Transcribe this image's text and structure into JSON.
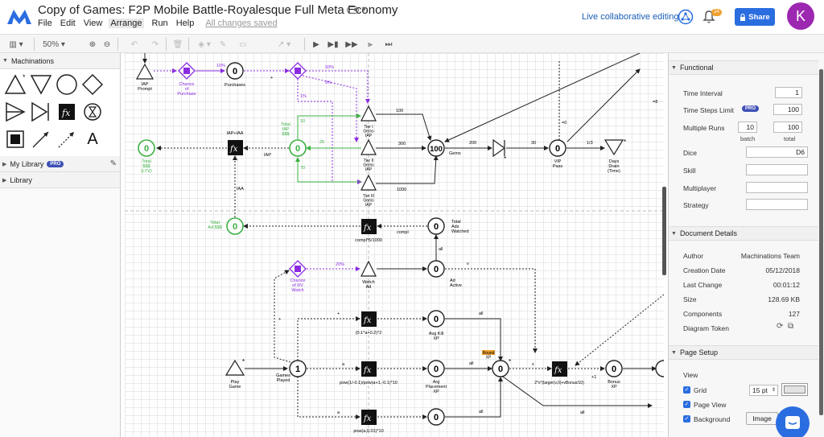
{
  "app": {
    "title": "Copy of Games: F2P Mobile Battle-Royalesque Full Meta Economy",
    "menu": [
      "File",
      "Edit",
      "View",
      "Arrange",
      "Run",
      "Help"
    ],
    "save_status": "All changes saved",
    "collab_label": "Live collaborative editing",
    "notification_count": "24",
    "share_label": "Share",
    "avatar_initial": "K",
    "accent_color": "#2a6de0"
  },
  "toolbar": {
    "zoom": "50%"
  },
  "sidebar": {
    "machinations_label": "Machinations",
    "my_library_label": "My Library",
    "pro_badge": "PRO",
    "library_label": "Library",
    "text_tool": "A"
  },
  "diagram": {
    "nodes": {
      "iap_prompt": "IAP\nPrompt",
      "chance_purchase": "Chance\nof\nPurchase",
      "purchases_value": "0",
      "purchases": "Purchases",
      "tier1": "Tier I\nGems\nIAP",
      "tier2": "Tier II\nGems\nIAP",
      "tier3": "Tier III\nGems\nIAP",
      "total_iap_value": "0",
      "total_iap": "Total\nIAP\n$$$",
      "total_ltv_value": "0",
      "total_ltv": "Total\n$$$\n(LTV)",
      "iap_formula": "IAP+IAA",
      "gems_value": "100",
      "gems": "Gems",
      "vip_value": "0",
      "vip": "VIP\nPass",
      "days_drain": "Days\nDrain\n(Time)",
      "total_ad_value": "0",
      "total_ad": "Total\nAd $$$",
      "compl_formula": "compl*5/1000",
      "total_ads_value": "0",
      "total_ads": "Total\nAds\nWatched",
      "chance_rv": "Chance\nof RV\nWatch",
      "watch_ad": "Watch\nAd",
      "ad_active_value": "0",
      "ad_active": "Ad\nActive",
      "kill_formula": "(0.1*a+0.2)*2",
      "avg_kill_value": "0",
      "avg_kill": "Avg Kill\nXP",
      "round_xp": "Round\nXP",
      "round_xp_value": "0",
      "play_game": "Play\nGame",
      "games_played_value": "1",
      "games_played": "Games\nPlayed",
      "placement_formula": "pow(1/-0.1)/pow(a+1,-0.1)*10",
      "avg_placement_value": "0",
      "avg_placement": "Arg\nPlacement\nXP",
      "bonus_formula": "2*x*(larger(v,0)+vBonus/10)",
      "bonus_value": "0",
      "bonus": "Bonus\nXP",
      "pow_formula": "pow(a,0.01)*10",
      "avg_last_value": "0"
    },
    "labels": {
      "l10pct": "10%",
      "l93pct": "93%",
      "l9pct": "9%",
      "l1pct": "1%",
      "l20pct": "20%",
      "l100": "100",
      "l300": "300",
      "l1000": "1000",
      "l10": "10",
      "l25": "25",
      "l70": "70",
      "l200": "200",
      "l30": "30",
      "l13": "1/3",
      "lIAP": "IAP",
      "lIAA": "IAA",
      "lcompl": "compl",
      "lall1": "all",
      "lall2": "all",
      "lall3": "all",
      "lall4": "all",
      "lall5": "all",
      "lv": "v",
      "lx": "x",
      "la": "a",
      "lplus1": "+1",
      "lplus": "+",
      "lstar": "*",
      "ldash0": "=0",
      "ldash8": "=8"
    }
  },
  "panel": {
    "functional": "Functional",
    "time_interval_label": "Time Interval",
    "time_interval_value": "1",
    "time_steps_label": "Time Steps Limit",
    "pro_badge": "PRO",
    "time_steps_value": "100",
    "multiple_runs_label": "Multiple Runs",
    "batch_value": "10",
    "total_value": "100",
    "batch_label": "batch",
    "total_label": "total",
    "dice_label": "Dice",
    "dice_value": "D6",
    "skill_label": "Skill",
    "multiplayer_label": "Multiplayer",
    "strategy_label": "Strategy",
    "document_details": "Document Details",
    "author_label": "Author",
    "author_value": "Machinations Team",
    "creation_label": "Creation Date",
    "creation_value": "05/12/2018",
    "last_change_label": "Last Change",
    "last_change_value": "00:01:12",
    "size_label": "Size",
    "size_value": "128.69 KB",
    "components_label": "Components",
    "components_value": "127",
    "token_label": "Diagram Token",
    "page_setup": "Page Setup",
    "view_label": "View",
    "grid_label": "Grid",
    "grid_size": "15 pt",
    "page_view_label": "Page View",
    "background_label": "Background",
    "image_button": "Image"
  }
}
